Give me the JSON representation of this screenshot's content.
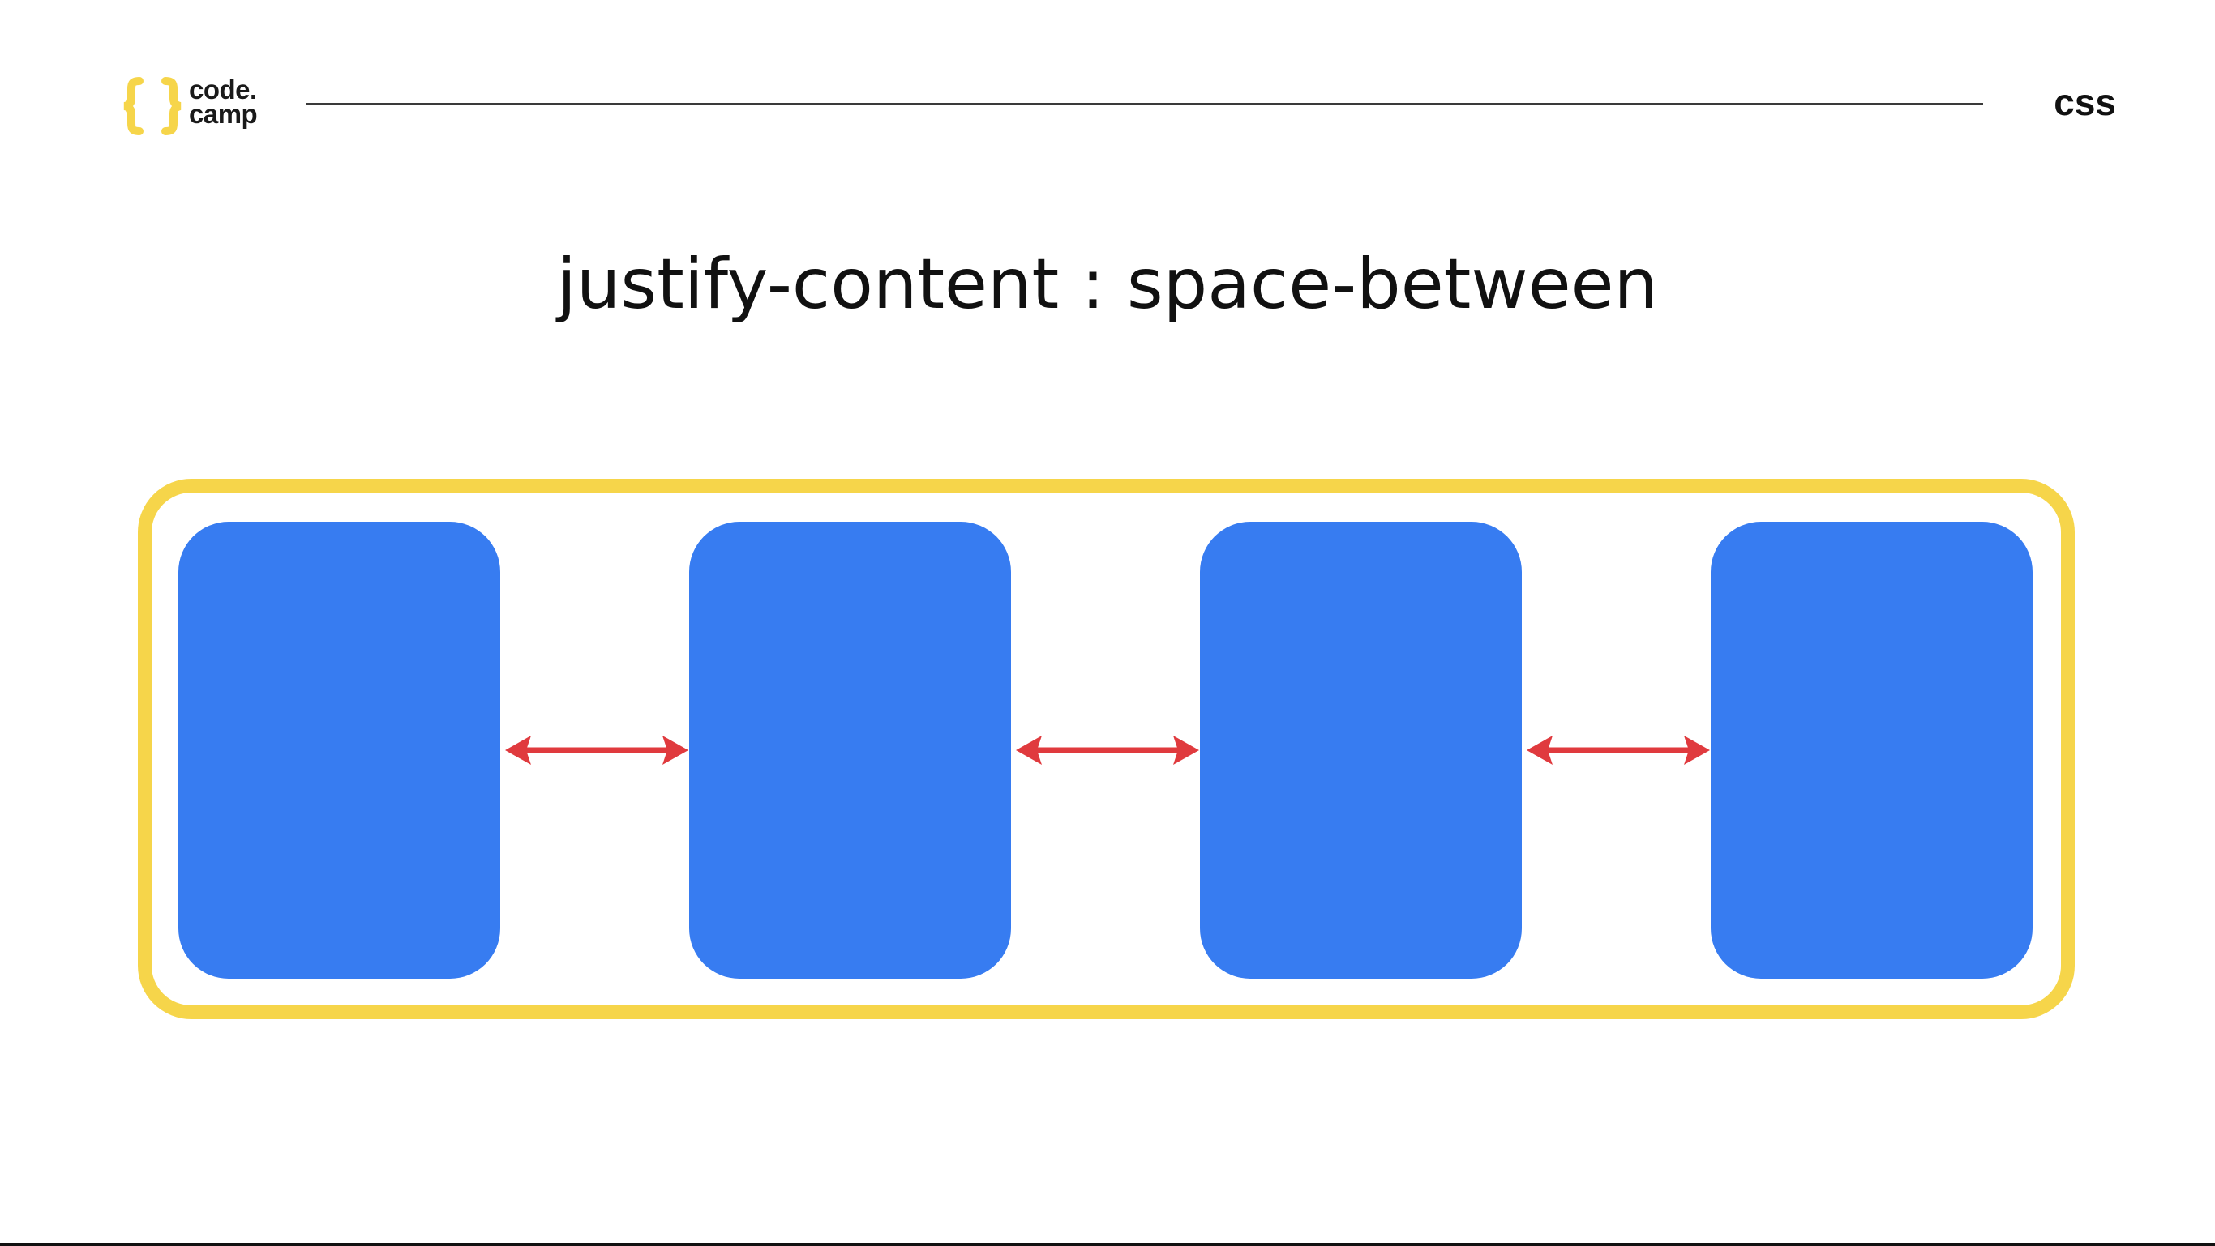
{
  "header": {
    "logo": {
      "line1": "code.",
      "line2": "camp",
      "accent_color": "#f6d54a"
    },
    "topic": "css"
  },
  "slide": {
    "title": "justify-content : space-between"
  },
  "diagram": {
    "container_border_color": "#f6d54a",
    "item_color": "#377cf1",
    "arrow_color": "#e03a3e",
    "item_count": 4,
    "arrow_count": 3
  }
}
